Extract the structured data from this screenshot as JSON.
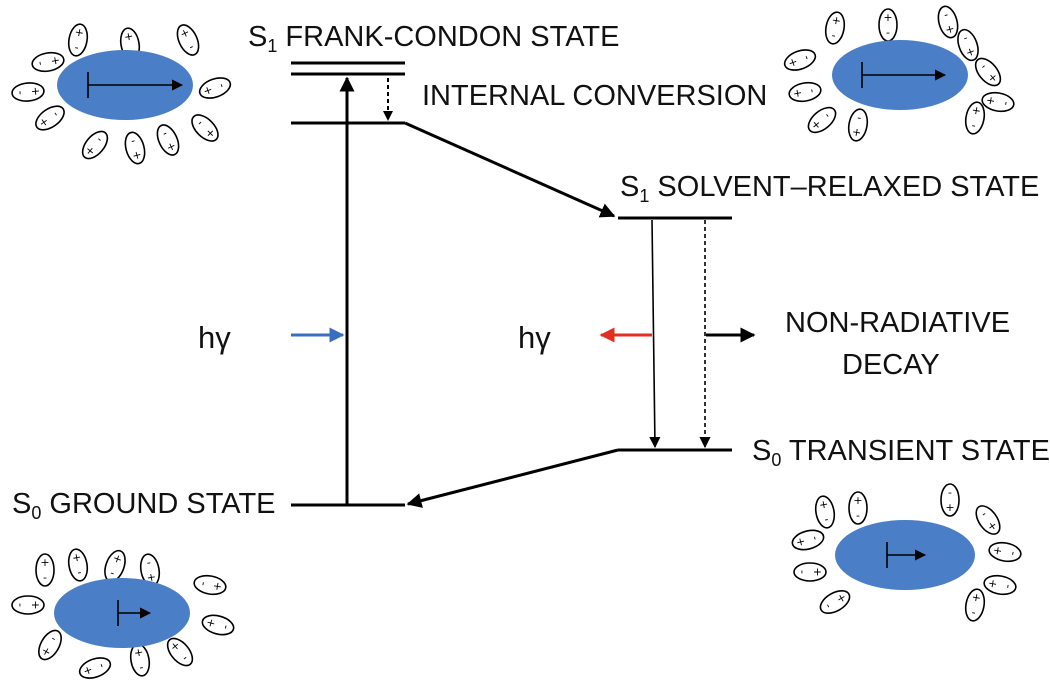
{
  "labels": {
    "s1_fc": {
      "main": "S",
      "sub": "1",
      "rest": " FRANK-CONDON STATE"
    },
    "internal_conversion": "INTERNAL CONVERSION",
    "s1_sr": {
      "main": "S",
      "sub": "1",
      "rest": " SOLVENT–RELAXED STATE"
    },
    "s0_tr": {
      "main": "S",
      "sub": "0",
      "rest": " TRANSIENT STATE"
    },
    "s0_gr": {
      "main": "S",
      "sub": "0",
      "rest": " GROUND STATE"
    },
    "hv_absorb": "hγ",
    "hv_emit": "hγ",
    "nonrad_line1": "NON-RADIATIVE",
    "nonrad_line2": "DECAY",
    "plus": "+",
    "minus": "-"
  },
  "colors": {
    "solute": "#4a7ec6",
    "absorption_arrow": "#3a6fc0",
    "emission_arrow": "#e03020",
    "line": "#000000"
  }
}
